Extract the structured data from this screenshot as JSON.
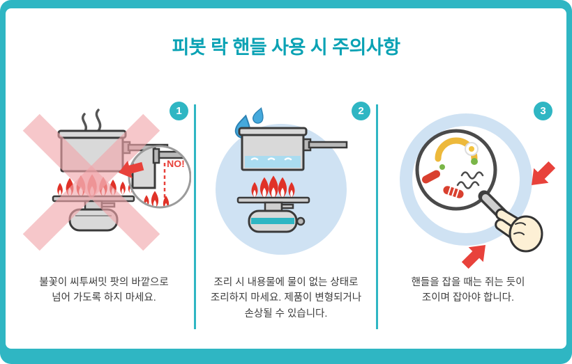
{
  "title": "피봇 락 핸들 사용 시 주의사항",
  "labels": {
    "no": "NO!"
  },
  "panels": [
    {
      "number": "1",
      "caption": "불꽃이 씨투써밋 팟의 바깥으로\n넘어 가도록 하지 마세요."
    },
    {
      "number": "2",
      "caption": "조리 시 내용물에 물이 없는 상태로\n조리하지 마세요. 제품이 변형되거나\n손상될 수 있습니다."
    },
    {
      "number": "3",
      "caption": "핸들을 잡을 때는 쥐는 듯이\n조이며 잡아야 합니다."
    }
  ],
  "colors": {
    "teal": "#2fb6c3",
    "title-text": "#0aa2b4",
    "caption-text": "#3c3c3c",
    "warn-red": "#e8423b",
    "pink-x": "#f0a4aa",
    "light-blue": "#cfe2f3",
    "pot-gray": "#d9d9d9",
    "outline": "#3a3a3a",
    "water-blue": "#aadcf0",
    "flame-red": "#e03228",
    "hand-cream": "#fdf0d5"
  }
}
